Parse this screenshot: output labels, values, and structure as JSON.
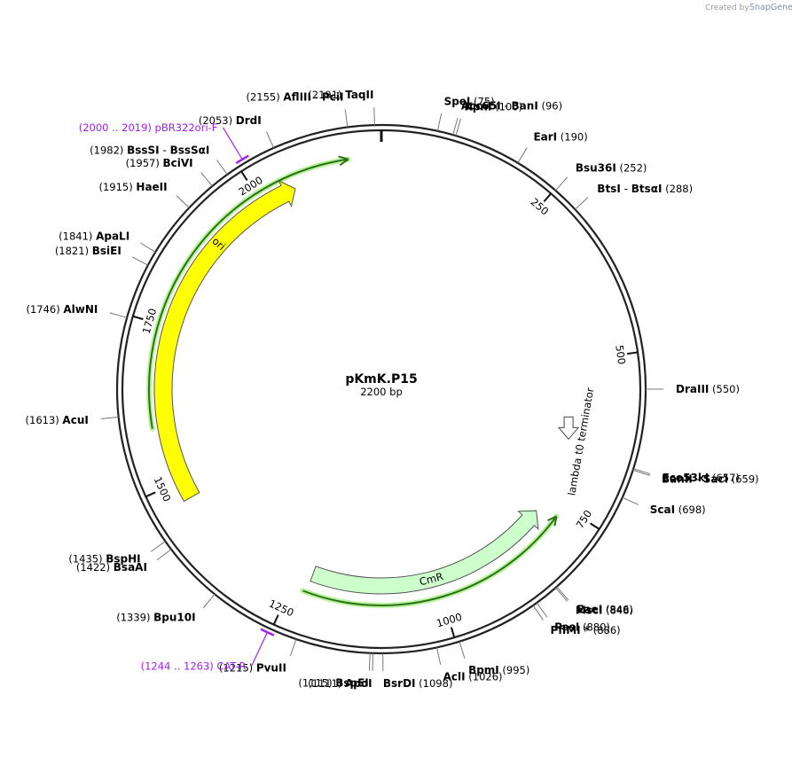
{
  "credit": {
    "created_by": "Created by",
    "brand": "SnapGene"
  },
  "plasmid": {
    "name": "pKmK.P15",
    "size_text": "2200 bp",
    "length": 2200
  },
  "chart_data": {
    "type": "plasmid-map",
    "length": 2200,
    "tick_labels": [
      {
        "pos": 250,
        "text": "250"
      },
      {
        "pos": 500,
        "text": "500"
      },
      {
        "pos": 750,
        "text": "750"
      },
      {
        "pos": 1000,
        "text": "1000"
      },
      {
        "pos": 1250,
        "text": "1250"
      },
      {
        "pos": 1500,
        "text": "1500"
      },
      {
        "pos": 1750,
        "text": "1750"
      },
      {
        "pos": 2000,
        "text": "2000"
      }
    ],
    "sites": [
      {
        "cut": 2191,
        "names": [
          "TaqII"
        ],
        "pos_text": "(2191)"
      },
      {
        "cut": 2155,
        "names": [
          "AflIII",
          "PciI"
        ],
        "pos_text": "(2155)"
      },
      {
        "cut": 2053,
        "names": [
          "DrdI"
        ],
        "pos_text": "(2053)"
      },
      {
        "cut": 1982,
        "names": [
          "BssSI",
          "BssSαI"
        ],
        "pos_text": "(1982)"
      },
      {
        "cut": 1957,
        "names": [
          "BciVI"
        ],
        "pos_text": "(1957)"
      },
      {
        "cut": 1915,
        "names": [
          "HaeII"
        ],
        "pos_text": "(1915)"
      },
      {
        "cut": 1841,
        "names": [
          "ApaLI"
        ],
        "pos_text": "(1841)"
      },
      {
        "cut": 1821,
        "names": [
          "BsiEI"
        ],
        "pos_text": "(1821)"
      },
      {
        "cut": 1746,
        "names": [
          "AlwNI"
        ],
        "pos_text": "(1746)"
      },
      {
        "cut": 1613,
        "names": [
          "AcuI"
        ],
        "pos_text": "(1613)"
      },
      {
        "cut": 1435,
        "names": [
          "BspHI"
        ],
        "pos_text": "(1435)"
      },
      {
        "cut": 1422,
        "names": [
          "BsaAI"
        ],
        "pos_text": "(1422)"
      },
      {
        "cut": 1339,
        "names": [
          "Bpu10I"
        ],
        "pos_text": "(1339)"
      },
      {
        "cut": 1215,
        "names": [
          "PvuII"
        ],
        "pos_text": "(1215)"
      },
      {
        "cut": 1115,
        "names": [
          "BspEI"
        ],
        "pos_text": "(1115)"
      },
      {
        "cut": 1111,
        "names": [
          "ApoI"
        ],
        "pos_text": "(1111)"
      },
      {
        "cut": 1098,
        "names": [
          "BsrDI"
        ],
        "pos_text": "(1098)"
      },
      {
        "cut": 1026,
        "names": [
          "AclI"
        ],
        "pos_text": "(1026)"
      },
      {
        "cut": 995,
        "names": [
          "BpmI"
        ],
        "pos_text": "(995)"
      },
      {
        "cut": 886,
        "names": [
          "PflMI *"
        ],
        "pos_text": "(886)"
      },
      {
        "cut": 880,
        "names": [
          "PasI"
        ],
        "pos_text": "(880)"
      },
      {
        "cut": 848,
        "names": [
          "MscI"
        ],
        "pos_text": "(848)"
      },
      {
        "cut": 846,
        "names": [
          "EaeI"
        ],
        "pos_text": "(846)"
      },
      {
        "cut": 698,
        "names": [
          "ScaI"
        ],
        "pos_text": "(698)"
      },
      {
        "cut": 659,
        "names": [
          "BanII",
          "SacI"
        ],
        "pos_text": "(659)"
      },
      {
        "cut": 657,
        "names": [
          "Eco53kI"
        ],
        "pos_text": "(657)"
      },
      {
        "cut": 550,
        "names": [
          "DraIII"
        ],
        "pos_text": "(550)"
      },
      {
        "cut": 288,
        "names": [
          "BtsI",
          "BtsαI"
        ],
        "pos_text": "(288)"
      },
      {
        "cut": 252,
        "names": [
          "Bsu36I"
        ],
        "pos_text": "(252)"
      },
      {
        "cut": 190,
        "names": [
          "EarI"
        ],
        "pos_text": "(190)"
      },
      {
        "cut": 100,
        "names": [
          "KpnI"
        ],
        "pos_text": "(100)"
      },
      {
        "cut": 96,
        "names": [
          "Acc65I",
          "BanI"
        ],
        "pos_text": "(96)"
      },
      {
        "cut": 75,
        "names": [
          "SpeI"
        ],
        "pos_text": "(75)"
      }
    ],
    "primers": [
      {
        "range_text": "(2000 .. 2019)",
        "name": "pBR322ori-F",
        "start": 2000,
        "end": 2019
      },
      {
        "range_text": "(1244 .. 1263)",
        "name": "CAT-R",
        "start": 1244,
        "end": 1263
      }
    ],
    "features": [
      {
        "name": "ori",
        "type": "rep_origin",
        "start": 1469,
        "end": 2058,
        "direction": "forward",
        "color": "#ffff00"
      },
      {
        "name": "CmR",
        "type": "cds",
        "start": 1224,
        "end": 783,
        "direction": "reverse",
        "color": "#ccffcc"
      },
      {
        "name": "lambda t0 terminator",
        "type": "terminator",
        "start": 628,
        "end": 650,
        "direction": "reverse",
        "color": "#ffffff"
      }
    ],
    "orfs": [
      {
        "start": 1230,
        "end": 770,
        "direction": "reverse"
      },
      {
        "start": 1590,
        "end": 2150,
        "direction": "forward"
      }
    ]
  }
}
